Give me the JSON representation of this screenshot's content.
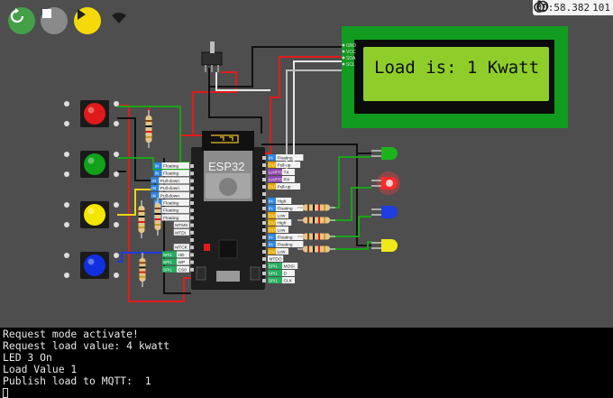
{
  "toolbar": {
    "restart_icon": "restart-icon",
    "stop_icon": "stop-icon",
    "play_icon": "play-icon",
    "colors": {
      "restart": "#43a047",
      "stop": "#8a8a8a",
      "play": "#f5d90a"
    }
  },
  "status": {
    "sim_time": "00:58.382",
    "speed": "101"
  },
  "lcd": {
    "text": "Load is: 1 Kwatt",
    "pins": [
      "GND",
      "VCC",
      "SDA",
      "SCL"
    ],
    "colors": {
      "bezel": "#119b1f",
      "screen": "#8fce2a"
    }
  },
  "esp32": {
    "label": "ESP32",
    "left_pins": [
      {
        "tag": "IN",
        "label": "Floating"
      },
      {
        "tag": "IN",
        "label": "Floating"
      },
      {
        "tag": "IN",
        "label": "Pull-down"
      },
      {
        "tag": "IN",
        "label": "Pull-down"
      },
      {
        "tag": "IN",
        "label": "Pull-down"
      },
      {
        "tag": "IN",
        "label": "Floating"
      },
      {
        "tag": "IN",
        "label": "Floating"
      },
      {
        "tag": "IN",
        "label": "Floating"
      },
      {
        "tag": "",
        "label": "MTMS"
      },
      {
        "tag": "",
        "label": "MTDI"
      },
      {
        "tag": "",
        "label": ""
      },
      {
        "tag": "",
        "label": "MTCK"
      },
      {
        "tag": "SPI1",
        "label": "HD"
      },
      {
        "tag": "SPI1",
        "label": "WP"
      },
      {
        "tag": "SPI1",
        "label": "CS0"
      }
    ],
    "right_pins": [
      {
        "tag": "IN",
        "label": "Floating"
      },
      {
        "tag": "OUT",
        "label": "Pull-up"
      },
      {
        "tag": "UART0",
        "label": "TX"
      },
      {
        "tag": "UART0",
        "label": "RX"
      },
      {
        "tag": "OUT",
        "label": "Pull-up"
      },
      {
        "tag": "",
        "label": ""
      },
      {
        "tag": "IN",
        "label": "High"
      },
      {
        "tag": "IN",
        "label": "Floating"
      },
      {
        "tag": "OUT",
        "label": "Low"
      },
      {
        "tag": "OUT",
        "label": "High"
      },
      {
        "tag": "OUT",
        "label": "Low"
      },
      {
        "tag": "IN",
        "label": "Floating"
      },
      {
        "tag": "IN",
        "label": "Floating"
      },
      {
        "tag": "OUT",
        "label": "Low"
      },
      {
        "tag": "",
        "label": "MTDO"
      },
      {
        "tag": "SPI1",
        "label": "MOSI"
      },
      {
        "tag": "SPI1",
        "label": "D"
      },
      {
        "tag": "SPI1",
        "label": "CLK"
      }
    ]
  },
  "buttons": [
    {
      "color": "#e01a1a"
    },
    {
      "color": "#11a11b"
    },
    {
      "color": "#f3e600"
    },
    {
      "color": "#1030e0"
    }
  ],
  "leds": [
    {
      "color": "#1db31d",
      "lit": false
    },
    {
      "color": "#ff2a2a",
      "lit": true
    },
    {
      "color": "#1f3de0",
      "lit": false
    },
    {
      "color": "#f0e81a",
      "lit": false
    }
  ],
  "console": {
    "lines": [
      "Request mode activate!",
      "Request load value: 4 kwatt",
      "LED 3 On",
      "Load Value 1",
      "Publish load to MQTT:  1"
    ]
  }
}
